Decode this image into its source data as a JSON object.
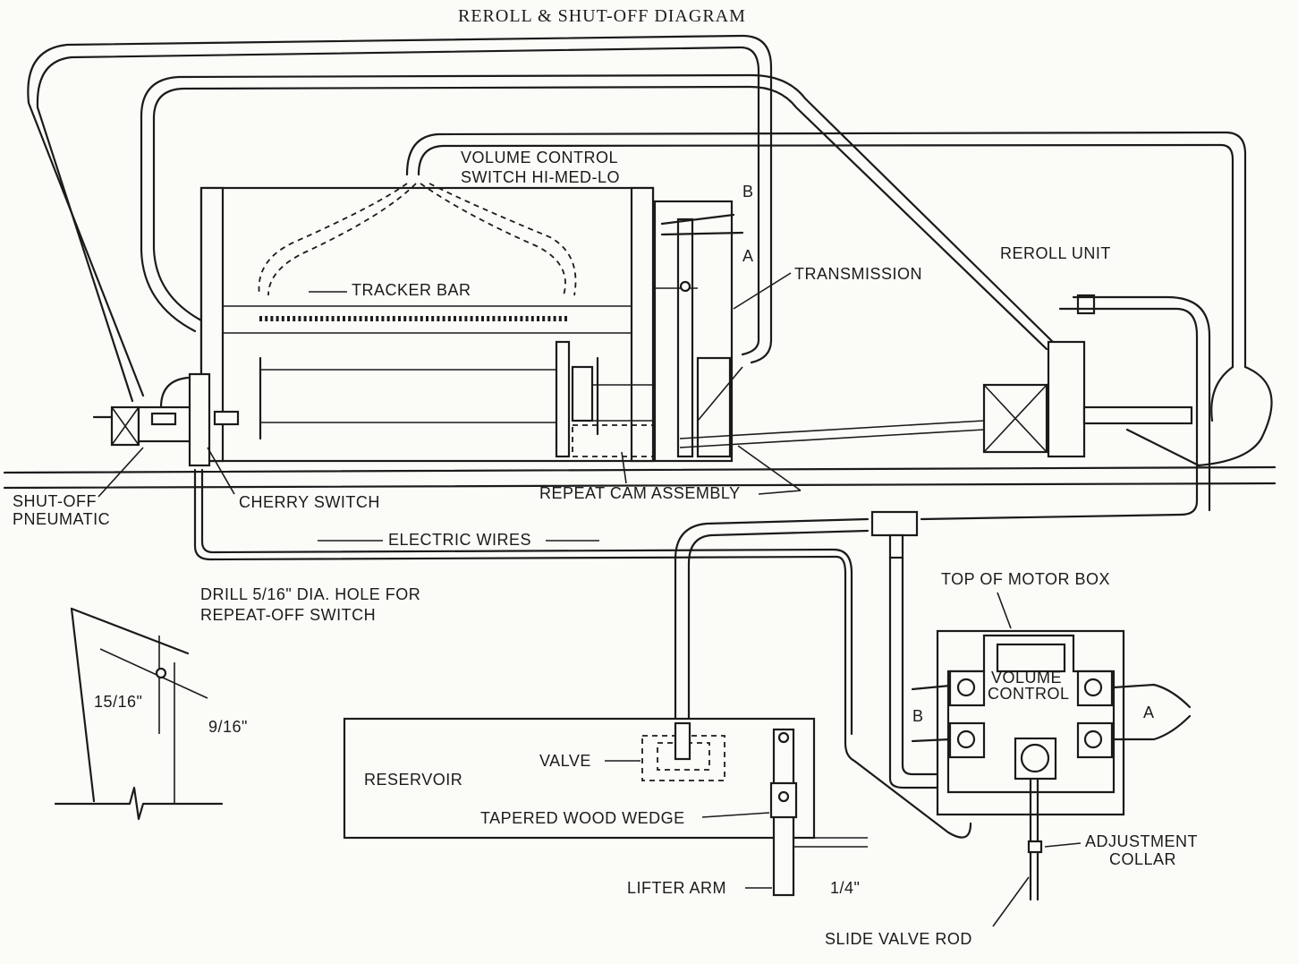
{
  "title": "REROLL & SHUT-OFF DIAGRAM",
  "labels": {
    "volume_control_line1": "VOLUME CONTROL",
    "volume_control_line2": "SWITCH HI-MED-LO",
    "tracker_bar": "TRACKER BAR",
    "transmission": "TRANSMISSION",
    "reroll_unit": "REROLL  UNIT",
    "b_top": "B",
    "a_top": "A",
    "shutoff_line1": "SHUT-OFF",
    "shutoff_line2": "PNEUMATIC",
    "cherry_switch": "CHERRY SWITCH",
    "repeat_cam": "REPEAT CAM ASSEMBLY",
    "electric_wires": "ELECTRIC WIRES",
    "drill_line1": "DRILL 5/16\" DIA. HOLE FOR",
    "drill_line2": "REPEAT-OFF SWITCH",
    "dim_15_16": "15/16\"",
    "dim_9_16": "9/16\"",
    "top_of_motor_box": "TOP OF MOTOR BOX",
    "volume": "VOLUME",
    "control": "CONTROL",
    "b_motor": "B",
    "a_motor": "A",
    "reservoir": "RESERVOIR",
    "valve": "VALVE",
    "tapered_wood_wedge": "TAPERED WOOD WEDGE",
    "lifter_arm": "LIFTER ARM",
    "dim_1_4": "1/4\"",
    "adjustment": "ADJUSTMENT",
    "collar": "COLLAR",
    "slide_valve_rod": "SLIDE VALVE ROD"
  }
}
